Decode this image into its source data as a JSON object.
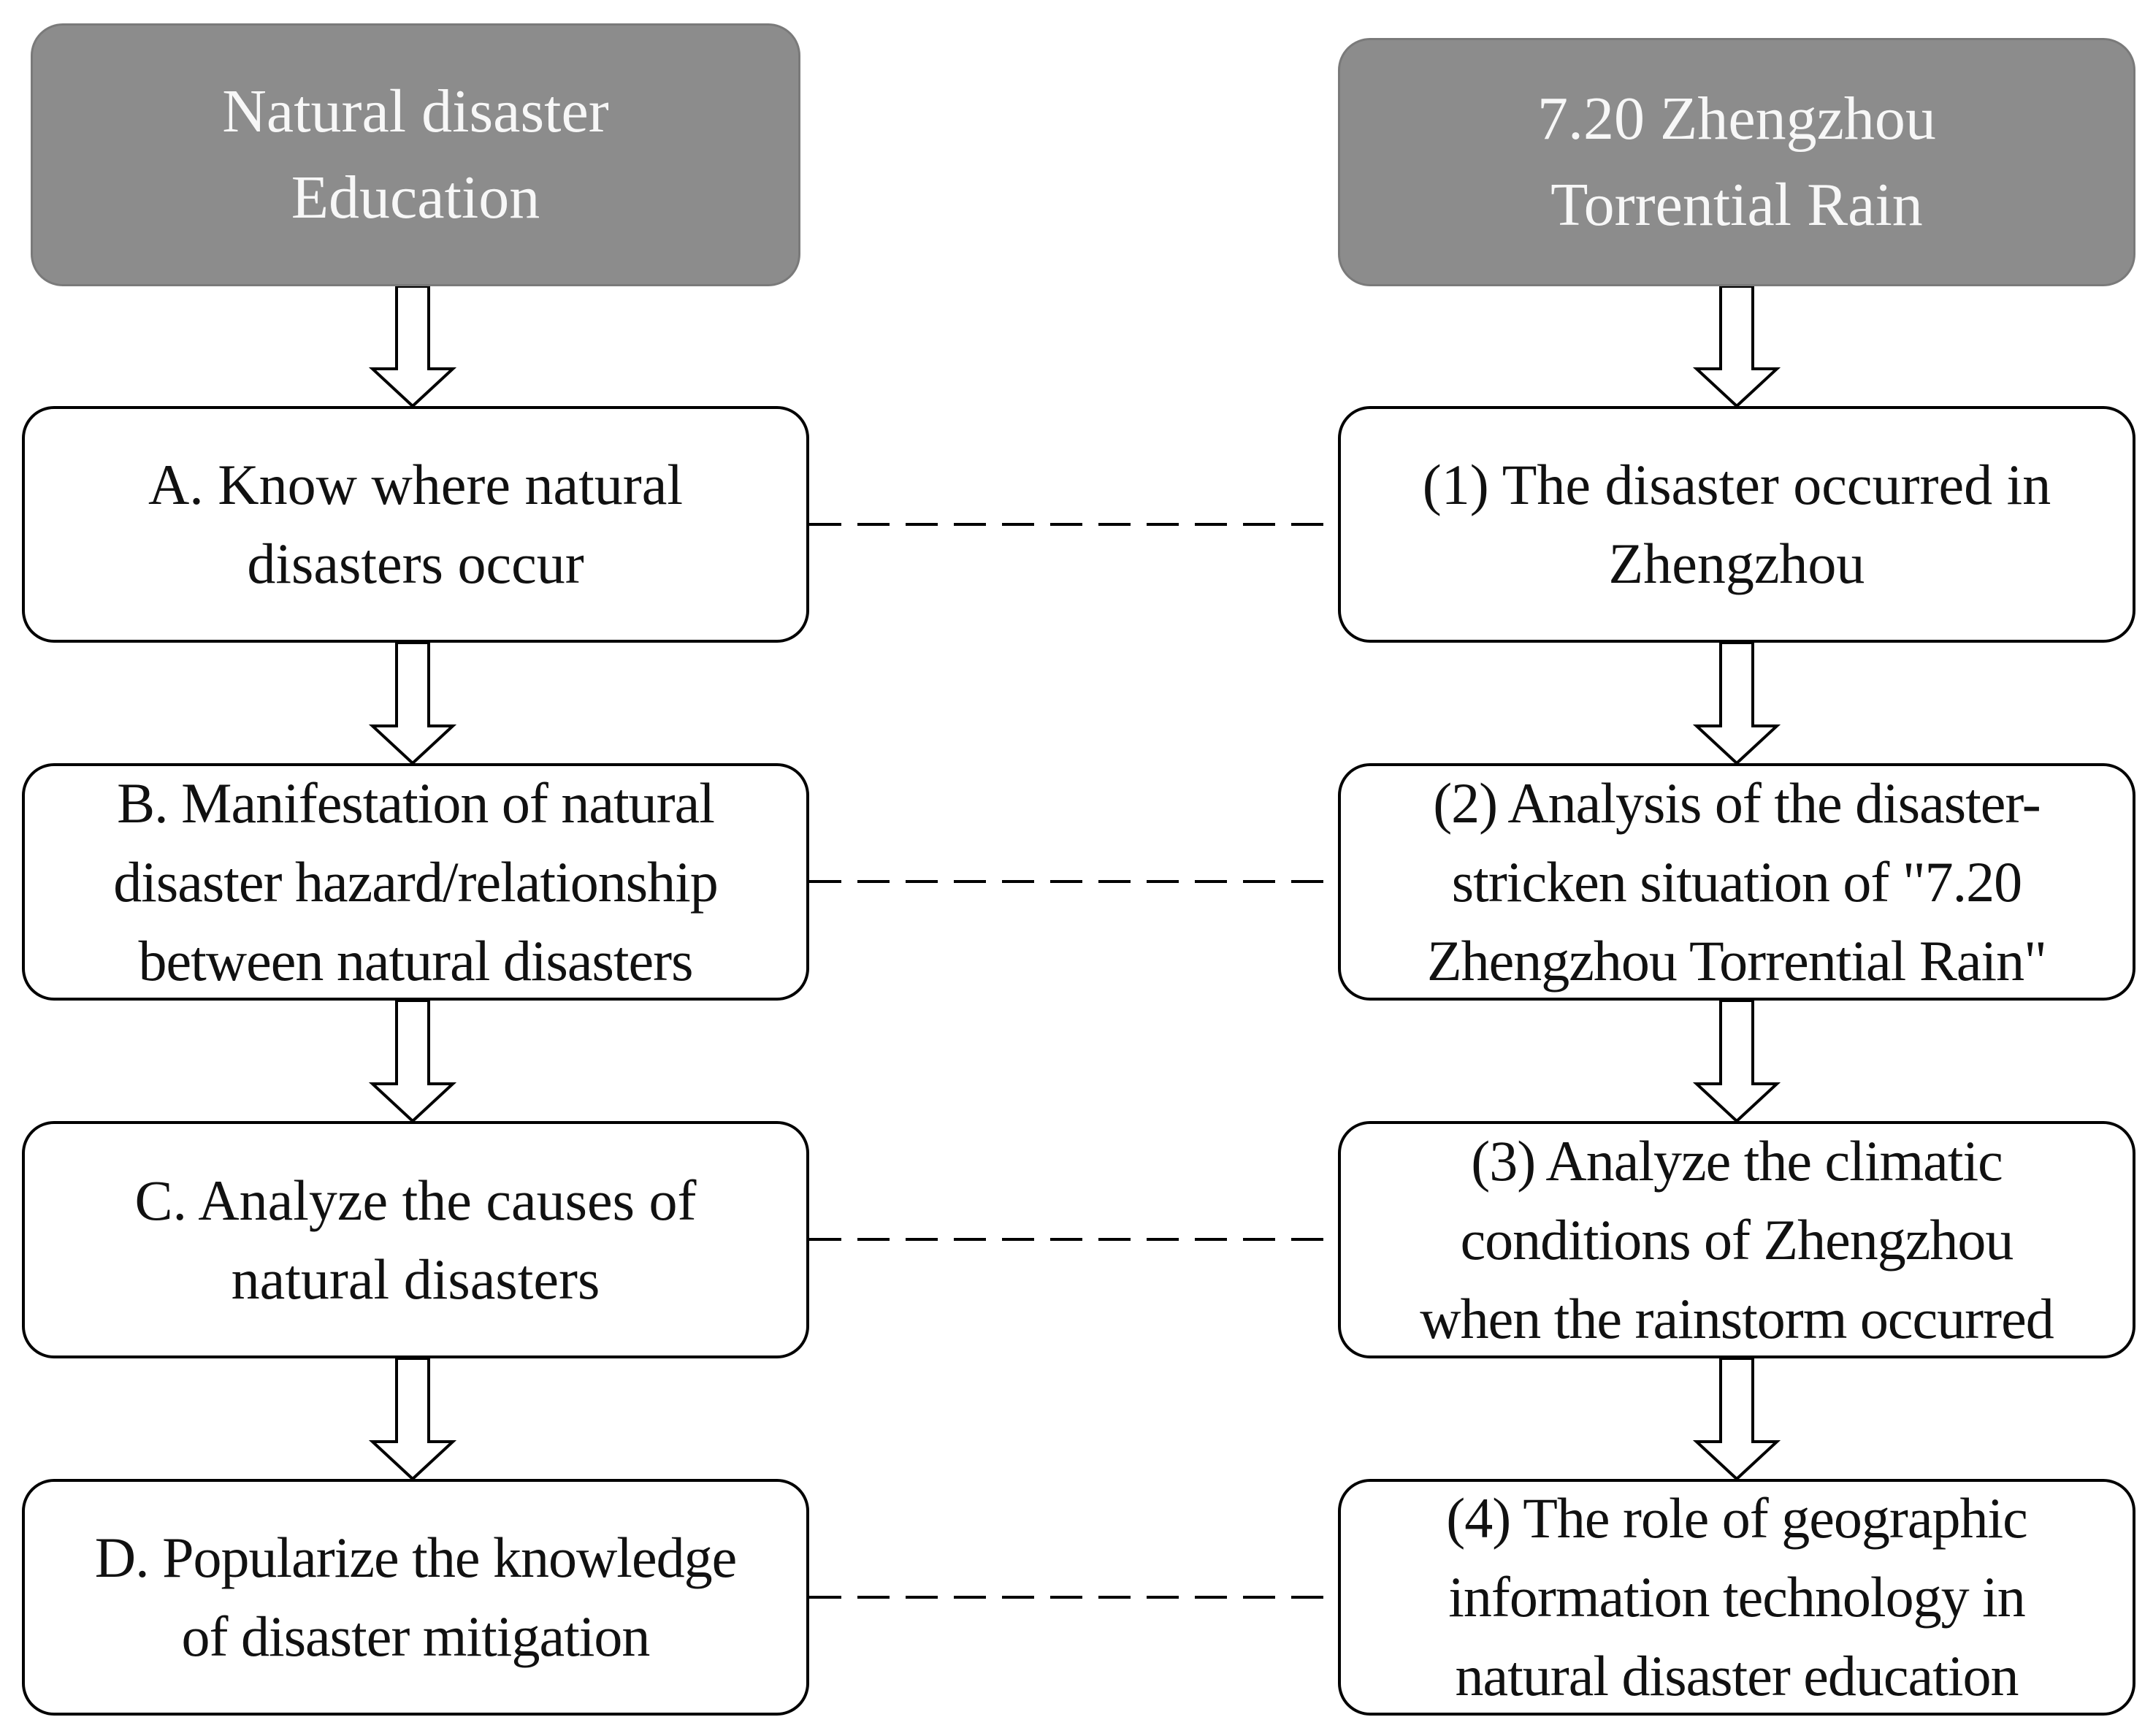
{
  "left_column": {
    "header": "Natural disaster\nEducation",
    "steps": [
      "A. Know where natural\ndisasters occur",
      "B. Manifestation of natural\ndisaster hazard/relationship\nbetween natural disasters",
      "C. Analyze the causes of\nnatural disasters",
      "D. Popularize the knowledge\nof disaster mitigation"
    ]
  },
  "right_column": {
    "header": "7.20 Zhengzhou\nTorrential Rain",
    "steps": [
      "(1) The disaster occurred in\nZhengzhou",
      "(2) Analysis of the disaster-\nstricken situation of \"7.20\nZhengzhou Torrential Rain\"",
      "(3) Analyze the climatic\nconditions of Zhengzhou\nwhen the rainstorm occurred",
      "(4) The role of geographic\ninformation technology in\nnatural disaster education"
    ]
  },
  "colors": {
    "header_fill": "#8c8c8c",
    "header_text": "#f7f7f7",
    "box_border": "#000000",
    "box_fill": "#ffffff",
    "text": "#111111"
  }
}
